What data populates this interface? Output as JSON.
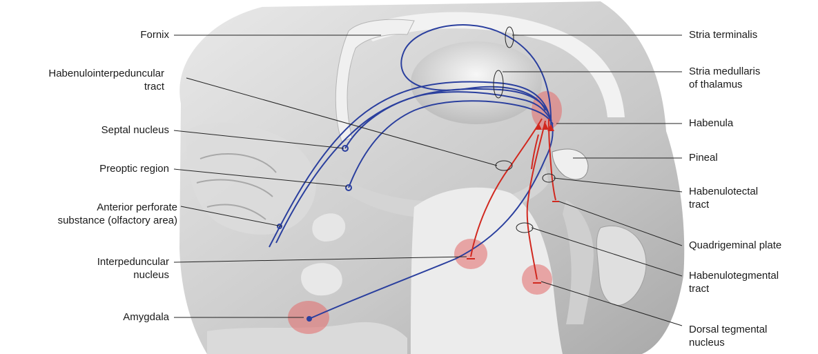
{
  "labels": {
    "left": [
      {
        "id": "fornix",
        "lines": [
          "Fornix"
        ]
      },
      {
        "id": "habenulointerpeduncular",
        "lines": [
          "Habenulointerpeduncular",
          "tract"
        ]
      },
      {
        "id": "septal",
        "lines": [
          "Septal nucleus"
        ]
      },
      {
        "id": "preoptic",
        "lines": [
          "Preoptic region"
        ]
      },
      {
        "id": "anterior_perforate",
        "lines": [
          "Anterior perforate",
          "substance (olfactory area)"
        ]
      },
      {
        "id": "interpeduncular",
        "lines": [
          "Interpeduncular",
          "nucleus"
        ]
      },
      {
        "id": "amygdala",
        "lines": [
          "Amygdala"
        ]
      }
    ],
    "right": [
      {
        "id": "stria_terminalis",
        "lines": [
          "Stria terminalis"
        ]
      },
      {
        "id": "stria_medullaris",
        "lines": [
          "Stria medullaris",
          "of thalamus"
        ]
      },
      {
        "id": "habenula",
        "lines": [
          "Habenula"
        ]
      },
      {
        "id": "pineal",
        "lines": [
          "Pineal"
        ]
      },
      {
        "id": "habenulotectal",
        "lines": [
          "Habenulotectal",
          "tract"
        ]
      },
      {
        "id": "quadrigeminal",
        "lines": [
          "Quadrigeminal plate"
        ]
      },
      {
        "id": "habenulotegmental",
        "lines": [
          "Habenulotegmental",
          "tract"
        ]
      },
      {
        "id": "dorsal_tegmental",
        "lines": [
          "Dorsal tegmental",
          "nucleus"
        ]
      }
    ]
  },
  "colors": {
    "afferent_pathway": "#2a3f9e",
    "efferent_pathway": "#d1281f",
    "nucleus_highlight": "#e46a6a",
    "tissue_light": "#eeeeee",
    "tissue_mid": "#cfcfcf",
    "tissue_dark": "#9a9a9a"
  }
}
